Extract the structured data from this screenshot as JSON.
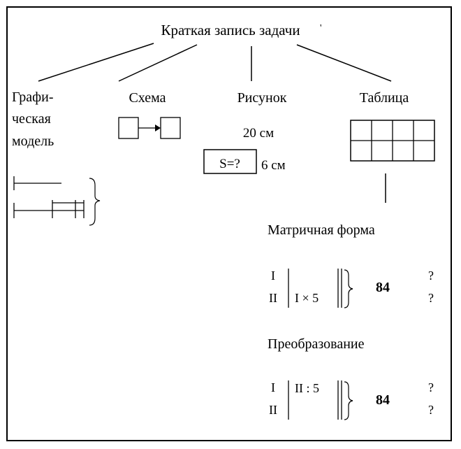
{
  "root": {
    "title": "Краткая запись задачи",
    "title_mark": "'"
  },
  "branches": {
    "graphic": {
      "lines": [
        "Графи-",
        "ческая",
        "модель"
      ]
    },
    "scheme": {
      "label": "Схема"
    },
    "drawing": {
      "label": "Рисунок",
      "dim_top": "20 см",
      "area": "S=?",
      "dim_side": "6 см"
    },
    "table": {
      "label": "Таблица"
    }
  },
  "matrix": {
    "heading": "Матричная форма",
    "rows": [
      "I",
      "II"
    ],
    "expr": "I × 5",
    "total": "84",
    "q1": "?",
    "q2": "?"
  },
  "transform": {
    "heading": "Преобразование",
    "rows": [
      "I",
      "II"
    ],
    "expr": "II : 5",
    "total": "84",
    "q1": "?",
    "q2": "?"
  }
}
